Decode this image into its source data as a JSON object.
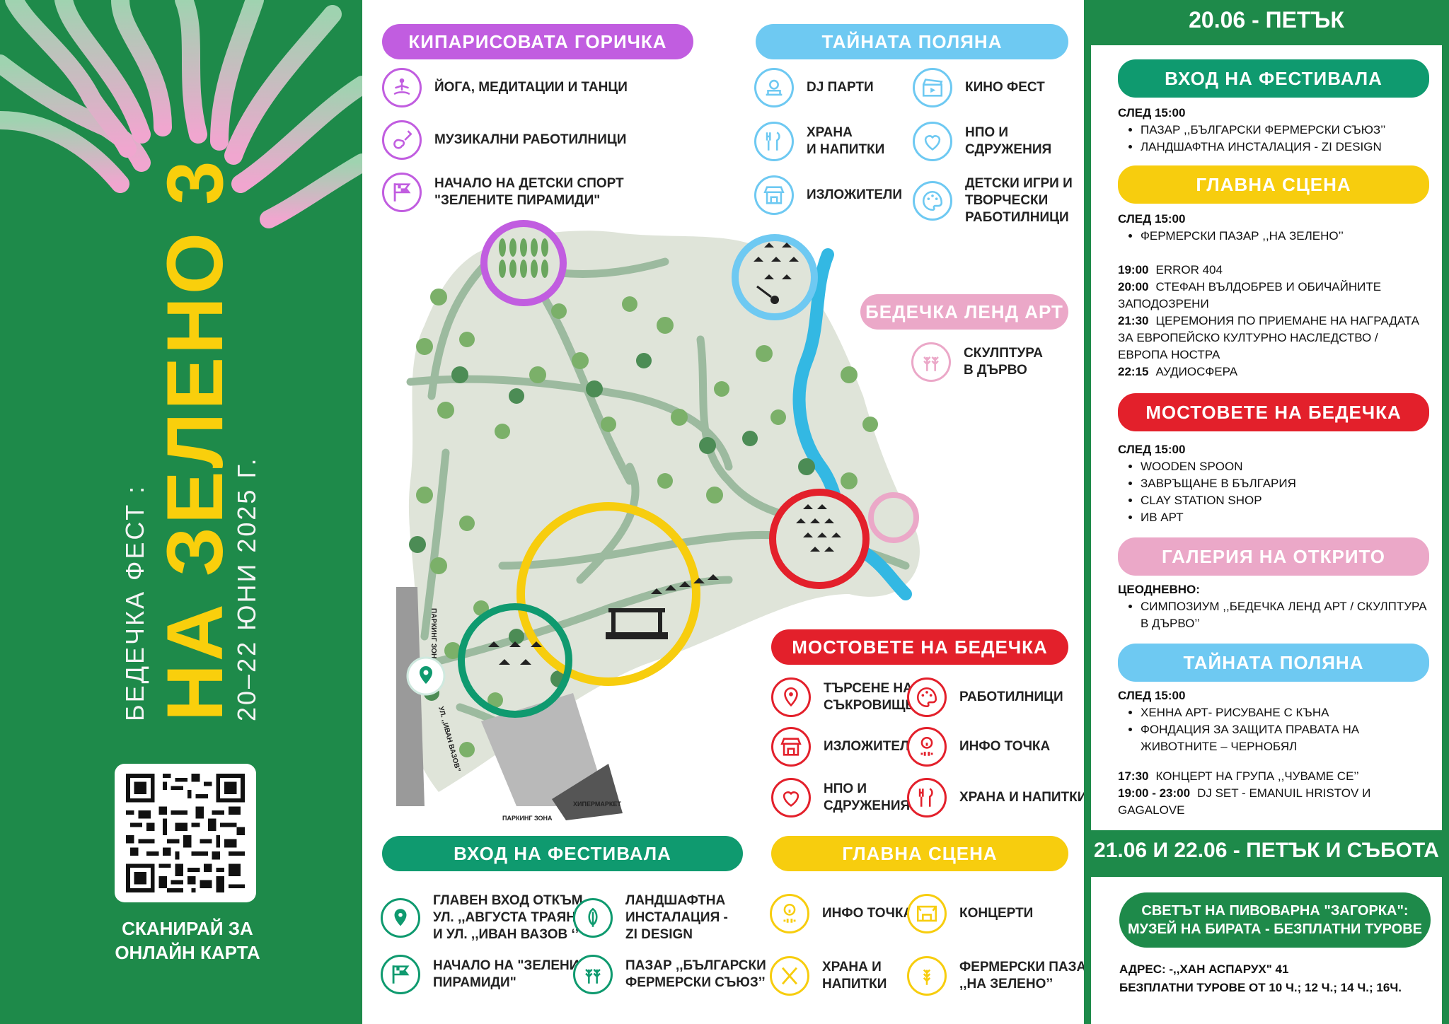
{
  "brand": {
    "fest": "БЕДЕЧКА ФЕСТ :",
    "title": "НА ЗЕЛЕНО 3",
    "dates": "20–22 ЮНИ 2025 Г.",
    "qr_caption_1": "СКАНИРАЙ ЗА",
    "qr_caption_2": "ОНЛАЙН КАРТА"
  },
  "zones": {
    "kiparisova": {
      "title": "КИПАРИСОВАТА ГОРИЧКА",
      "items": [
        "ЙОГА, МЕДИТАЦИИ И ТАНЦИ",
        "МУЗИКАЛНИ  РАБОТИЛНИЦИ",
        "НАЧАЛО НА ДЕТСКИ СПОРТ\n \"ЗЕЛЕНИТЕ ПИРАМИДИ\""
      ]
    },
    "tainata": {
      "title": "ТАЙНАТА ПОЛЯНА",
      "items": [
        "DJ ПАРТИ",
        "КИНО ФЕСТ",
        "ХРАНА\nИ НАПИТКИ",
        "НПО И\nСДРУЖЕНИЯ",
        "ИЗЛОЖИТЕЛИ",
        "ДЕТСКИ ИГРИ И\nТВОРЧЕСКИ\nРАБОТИЛНИЦИ"
      ]
    },
    "lendart": {
      "title": "БЕДЕЧКА ЛЕНД АРТ",
      "items": [
        "СКУЛПТУРА\nВ ДЪРВО"
      ]
    },
    "mostove": {
      "title": "МОСТОВЕТЕ НА БЕДЕЧКА",
      "items": [
        "ТЪРСЕНЕ НА\nСЪКРОВИЩЕ",
        "РАБОТИЛНИЦИ",
        "ИЗЛОЖИТЕЛИ",
        "ИНФО ТОЧКА",
        "НПО И\nСДРУЖЕНИЯ",
        "ХРАНА И НАПИТКИ"
      ]
    },
    "vhod": {
      "title": "ВХОД НА ФЕСТИВАЛА",
      "items": [
        "ГЛАВЕН ВХОД ОТКЪМ\nУЛ. ,,АВГУСТА ТРАЯНА’’\nИ УЛ. ,,ИВАН ВАЗОВ ‘’",
        "ЛАНДШАФТНА\nИНСТАЛАЦИЯ -\nZI DESIGN",
        "НАЧАЛО НА \"ЗЕЛЕНИТЕ\nПИРАМИДИ\"",
        "ПАЗАР ,,БЪЛГАРСКИ\nФЕРМЕРСКИ СЪЮЗ’’"
      ]
    },
    "glavna": {
      "title": "ГЛАВНА СЦЕНА",
      "items": [
        "ИНФО ТОЧКА",
        "КОНЦЕРТИ",
        "ХРАНА И\nНАПИТКИ",
        "ФЕРМЕРСКИ ПАЗАР\n,,НА ЗЕЛЕНО’’"
      ]
    }
  },
  "map_labels": {
    "parking_left": "ПАРКИНГ ЗОНА",
    "street": "УЛ. ,,ИВАН ВАЗОВ’’",
    "parking_bottom": "ПАРКИНГ ЗОНА",
    "hypermarket": "ХИПЕРМАРКЕТ"
  },
  "day1": {
    "header": "20.06 - ПЕТЪК",
    "vhod": {
      "title": "ВХОД НА ФЕСТИВАЛА",
      "after": "СЛЕД 15:00",
      "items": [
        "ПАЗАР ,,БЪЛГАРСКИ ФЕРМЕРСКИ СЪЮЗ’’",
        "ЛАНДШАФТНА ИНСТАЛАЦИЯ - ZI DESIGN"
      ]
    },
    "glavna": {
      "title": "ГЛАВНА СЦЕНА",
      "after": "СЛЕД 15:00",
      "items": [
        "ФЕРМЕРСКИ ПАЗАР ,,НА ЗЕЛЕНО’’"
      ],
      "program": [
        {
          "time": "19:00",
          "text": "ERROR 404"
        },
        {
          "time": "20:00",
          "text": "СТЕФАН ВЪЛДОБРЕВ И ОБИЧАЙНИТЕ ЗАПОДОЗРЕНИ"
        },
        {
          "time": "21:30",
          "text": "ЦЕРЕМОНИЯ ПО ПРИЕМАНЕ НА НАГРАДАТА ЗА ЕВРОПЕЙСКО КУЛТУРНО НАСЛЕДСТВО / ЕВРОПА НОСТРА"
        },
        {
          "time": "22:15",
          "text": "АУДИОСФЕРА"
        }
      ]
    },
    "mostove": {
      "title": "МОСТОВЕТЕ НА БЕДЕЧКА",
      "after": "СЛЕД 15:00",
      "items": [
        "WOODEN SPOON",
        "ЗАВРЪЩАНЕ В БЪЛГАРИЯ",
        "CLAY STATION SHOP",
        "ИВ АРТ"
      ]
    },
    "galeria": {
      "title": "ГАЛЕРИЯ НА ОТКРИТО",
      "after": "ЦЕОДНЕВНО:",
      "items": [
        "СИМПОЗИУМ  ,,БЕДЕЧКА ЛЕНД АРТ / СКУЛПТУРА В ДЪРВО’’"
      ]
    },
    "tainata": {
      "title": "ТАЙНАТА ПОЛЯНА",
      "after": "СЛЕД 15:00",
      "items": [
        "ХЕННА АРТ- РИСУВАНЕ С КЪНА",
        "ФОНДАЦИЯ ЗА ЗАЩИТА ПРАВАТА НА ЖИВОТНИТЕ – ЧЕРНОБЯЛ"
      ],
      "program": [
        {
          "time": "17:30",
          "text": "КОНЦЕРТ НА ГРУПА ,,ЧУВАМЕ СЕ’’"
        },
        {
          "time": "19:00 - 23:00",
          "text": "DJ SET - EMANUIL HRISTOV И GAGALOVE"
        }
      ]
    }
  },
  "day2": {
    "header": "21.06 И 22.06 - ПЕТЪК И СЪБОТА",
    "zagorka": "СВЕТЪТ НА ПИВОВАРНА \"ЗАГОРКА\":\nМУЗЕЙ НА БИРАТА - БЕЗПЛАТНИ ТУРОВЕ",
    "address": "АДРЕС: -,,ХАН АСПАРУХ\" 41",
    "tours": "БЕЗПЛАТНИ ТУРОВЕ ОТ 10 Ч.; 12 Ч.; 14 Ч.; 16Ч."
  },
  "colors": {
    "green_bg": "#1e8a4a",
    "yellow": "#f7cd0e",
    "purple": "#c15de0",
    "blue": "#6ec9f2",
    "pink": "#eba8c8",
    "red": "#e3202b",
    "teal": "#0f9a6f"
  }
}
